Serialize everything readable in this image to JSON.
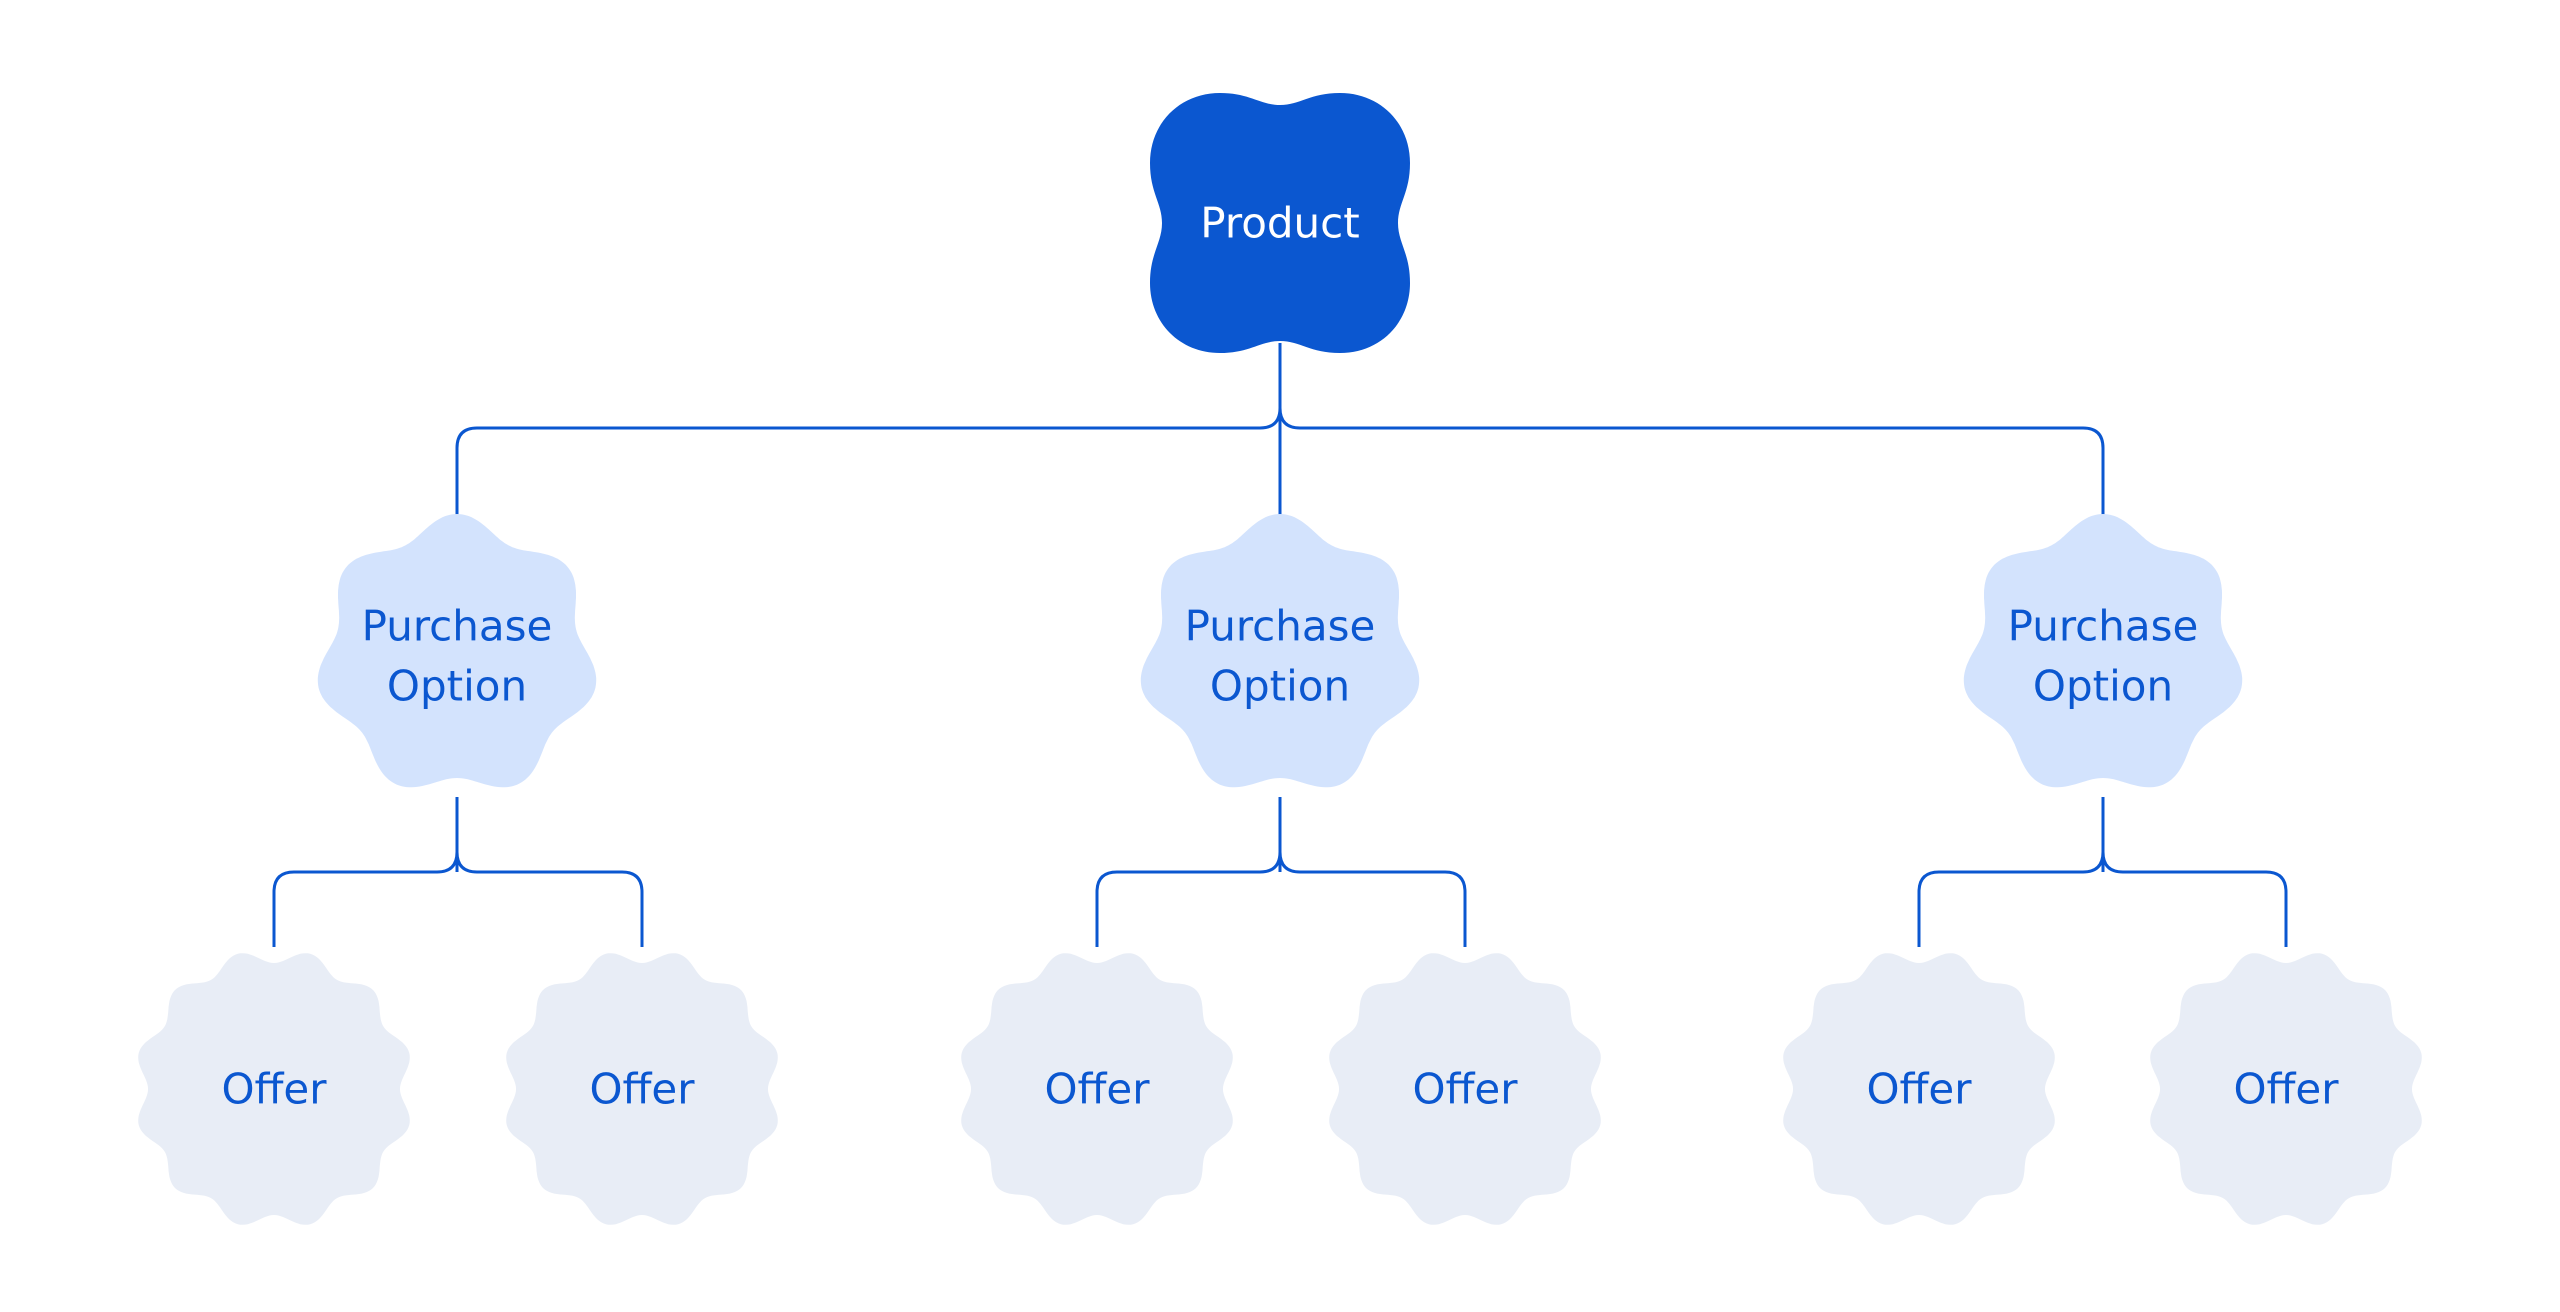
{
  "colors": {
    "product_fill": "#0b57d0",
    "product_text": "#ffffff",
    "option_fill": "#d3e3fd",
    "offer_fill": "#e8edf6",
    "node_text": "#0b57d0",
    "connector": "#0b57d0"
  },
  "root": {
    "label": "Product"
  },
  "options": [
    {
      "label_line1": "Purchase",
      "label_line2": "Option",
      "offers": [
        {
          "label": "Offer"
        },
        {
          "label": "Offer"
        }
      ]
    },
    {
      "label_line1": "Purchase",
      "label_line2": "Option",
      "offers": [
        {
          "label": "Offer"
        },
        {
          "label": "Offer"
        }
      ]
    },
    {
      "label_line1": "Purchase",
      "label_line2": "Option",
      "offers": [
        {
          "label": "Offer"
        },
        {
          "label": "Offer"
        }
      ]
    }
  ]
}
